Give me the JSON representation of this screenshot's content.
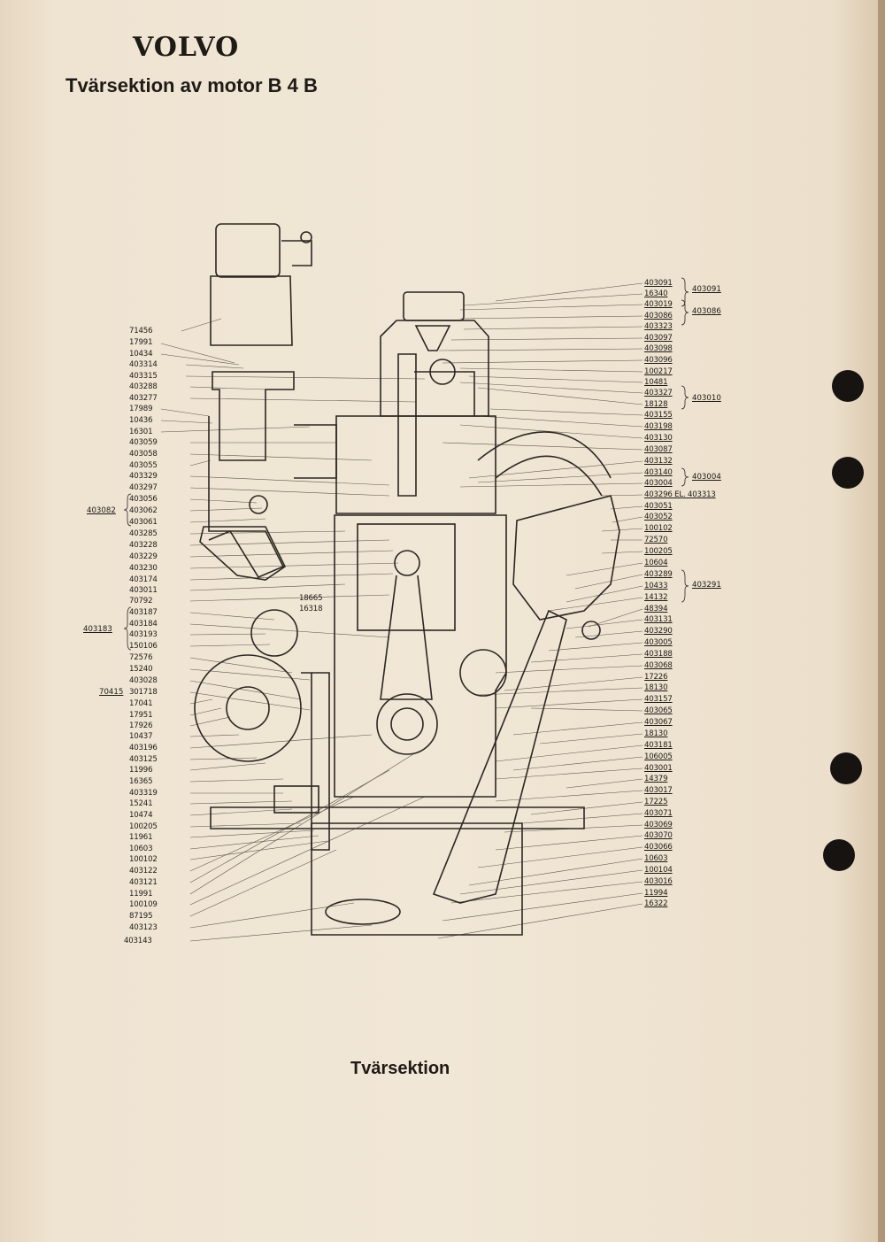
{
  "header": {
    "brand": "VOLVO",
    "subtitle": "Tvärsektion av motor B 4 B"
  },
  "caption": "Tvärsektion",
  "labels_left": [
    "71456",
    "17991",
    "10434",
    "403314",
    "403315",
    "403288",
    "403277",
    "17989",
    "10436",
    "16301",
    "403059",
    "403058",
    "403055",
    "403329",
    "403297",
    "403056",
    "403062",
    "403061",
    "403285",
    "403228",
    "403229",
    "403230",
    "403174",
    "403011",
    "70792",
    "403187",
    "403184",
    "403193",
    "150106",
    "72576",
    "15240",
    "403028",
    "301718",
    "17041",
    "17951",
    "17926",
    "10437",
    "403196",
    "403125",
    "11996",
    "16365",
    "403319",
    "15241",
    "10474",
    "100205",
    "11961",
    "10603",
    "100102",
    "403122",
    "403121",
    "11991",
    "100109",
    "87195",
    "403123",
    "403143"
  ],
  "labels_left_groups": [
    {
      "label": "403082"
    },
    {
      "label": "403183"
    },
    {
      "label": "70415"
    }
  ],
  "labels_mid": [
    "18665",
    "16318"
  ],
  "labels_right": [
    "403091",
    "16340",
    "403019",
    "403086",
    "403323",
    "403097",
    "403098",
    "403096",
    "100217",
    "10481",
    "403327",
    "18128",
    "403155",
    "403198",
    "403130",
    "403087",
    "403132",
    "403140",
    "403004",
    "403296 EL. 403313",
    "403051",
    "403052",
    "100102",
    "72570",
    "100205",
    "10604",
    "403289",
    "10433",
    "14132",
    "48394",
    "403131",
    "403290",
    "403005",
    "403188",
    "403068",
    "17226",
    "18130",
    "403157",
    "403065",
    "403067",
    "18130",
    "403181",
    "106005",
    "403001",
    "14379",
    "403017",
    "17225",
    "403071",
    "403069",
    "403070",
    "403066",
    "10603",
    "100104",
    "403016",
    "11994",
    "16322"
  ],
  "labels_right_groups": [
    {
      "label": "403091"
    },
    {
      "label": "403086"
    },
    {
      "label": "403010"
    },
    {
      "label": "403004"
    },
    {
      "label": "403291"
    }
  ]
}
